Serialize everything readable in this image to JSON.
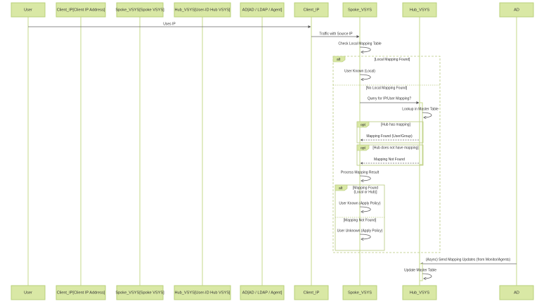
{
  "actors": [
    {
      "id": "user",
      "label": "User"
    },
    {
      "id": "client_ip",
      "label": "Client_IP[Client IP Address]"
    },
    {
      "id": "spoke_full",
      "label": "Spoke_VSYS[Spoke VSYS]"
    },
    {
      "id": "hub_full",
      "label": "Hub_VSYS[User-ID Hub VSYS]"
    },
    {
      "id": "ad_full",
      "label": "AD[AD / LDAP / Agent]"
    },
    {
      "id": "client_ip2",
      "label": "Client_IP"
    },
    {
      "id": "spoke",
      "label": "Spoke_VSYS"
    },
    {
      "id": "hub",
      "label": "Hub_VSYS"
    },
    {
      "id": "ad",
      "label": "AD"
    }
  ],
  "messages": {
    "m1": "Uses IP",
    "m2": "Traffic with Source IP",
    "m3": "Check Local Mapping Table",
    "m4": "User Known (Local)",
    "m5": "Query for IP/User Mapping?",
    "m6": "Lookup in Master Table",
    "m7": "Mapping Found (User/Group)",
    "m8": "Mapping Not Found",
    "m9": "Process Mapping Result",
    "m10": "User Known (Apply Policy)",
    "m11": "User Unknown (Apply Policy)",
    "m12": "(Async) Send Mapping Updates (from Monitor/Agents)",
    "m13": "Update Master Table"
  },
  "frames": {
    "alt1": {
      "tag": "alt",
      "guard1": "[Local Mapping Found]",
      "guard2": "[No Local Mapping Found]"
    },
    "opt1": {
      "tag": "opt",
      "guard": "[Hub has mapping]"
    },
    "opt2": {
      "tag": "opt",
      "guard": "[Hub does not have mapping]"
    },
    "alt2": {
      "tag": "alt",
      "guard1a": "[Mapping Found",
      "guard1b": "(Local or Hub)]",
      "guard2": "[Mapping Not Found]"
    }
  },
  "colors": {
    "actor_fill": "#d9e8a5",
    "lifeline": "#c6d98a",
    "frame": "#b8c97e"
  }
}
